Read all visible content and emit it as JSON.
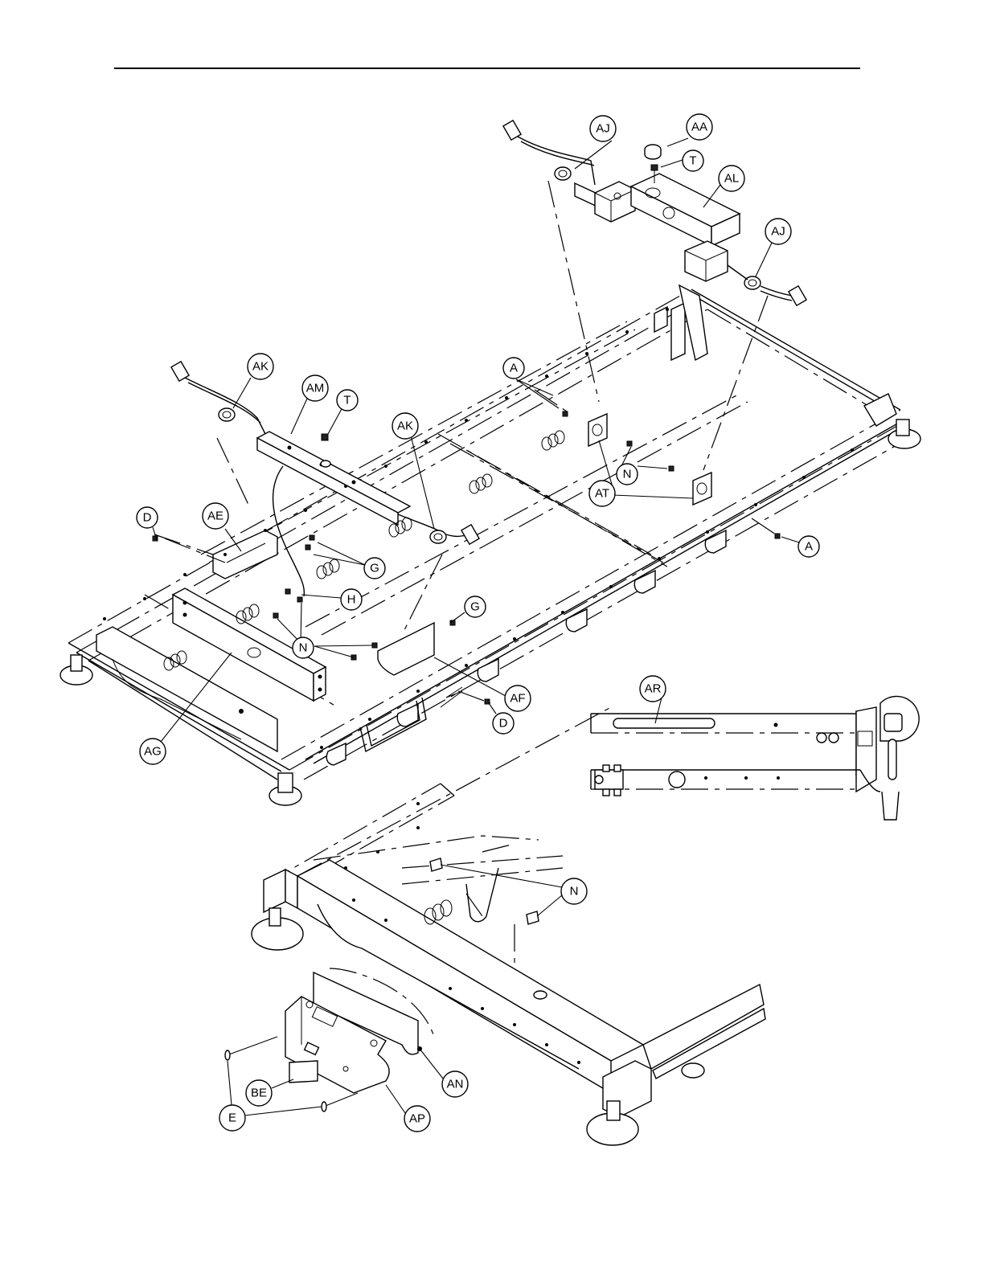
{
  "callouts": {
    "AA": "AA",
    "T": "T",
    "AJ": "AJ",
    "AL": "AL",
    "AK": "AK",
    "AM": "AM",
    "A": "A",
    "D": "D",
    "AE": "AE",
    "G": "G",
    "H": "H",
    "N": "N",
    "AT": "AT",
    "AF": "AF",
    "AG": "AG",
    "AR": "AR",
    "AN": "AN",
    "BE": "BE",
    "E": "E",
    "AP": "AP"
  }
}
